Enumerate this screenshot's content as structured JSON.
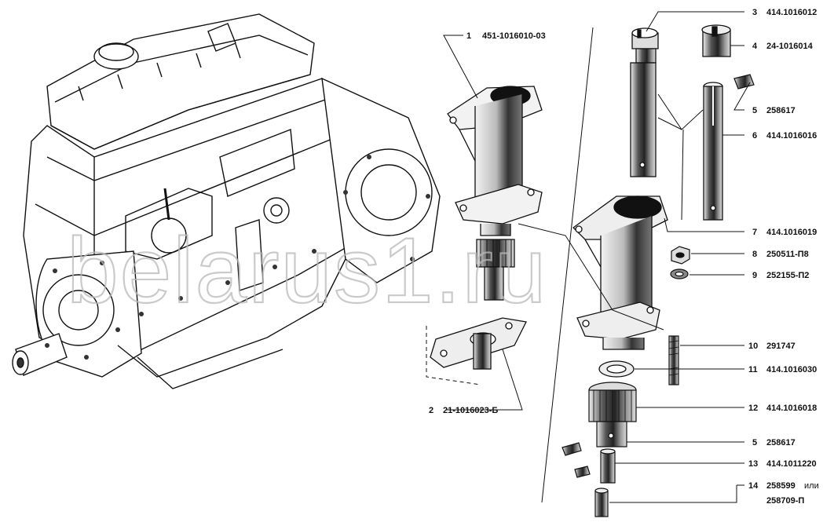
{
  "diagram": {
    "watermark": "belarus1.ru",
    "callouts": [
      {
        "num": "1",
        "part": "451-1016010-03"
      },
      {
        "num": "2",
        "part": "21-1016023-Б"
      },
      {
        "num": "3",
        "part": "414.1016012"
      },
      {
        "num": "4",
        "part": "24-1016014"
      },
      {
        "num": "5",
        "part": "258617"
      },
      {
        "num": "6",
        "part": "414.1016016"
      },
      {
        "num": "7",
        "part": "414.1016019"
      },
      {
        "num": "8",
        "part": "250511-П8"
      },
      {
        "num": "9",
        "part": "252155-П2"
      },
      {
        "num": "10",
        "part": "291747"
      },
      {
        "num": "11",
        "part": "414.1016030"
      },
      {
        "num": "12",
        "part": "414.1016018"
      },
      {
        "num": "5",
        "part": "258617"
      },
      {
        "num": "13",
        "part": "414.1011220"
      },
      {
        "num": "14",
        "part": "258599",
        "suffix": "или",
        "part2": "258709-П"
      }
    ]
  }
}
